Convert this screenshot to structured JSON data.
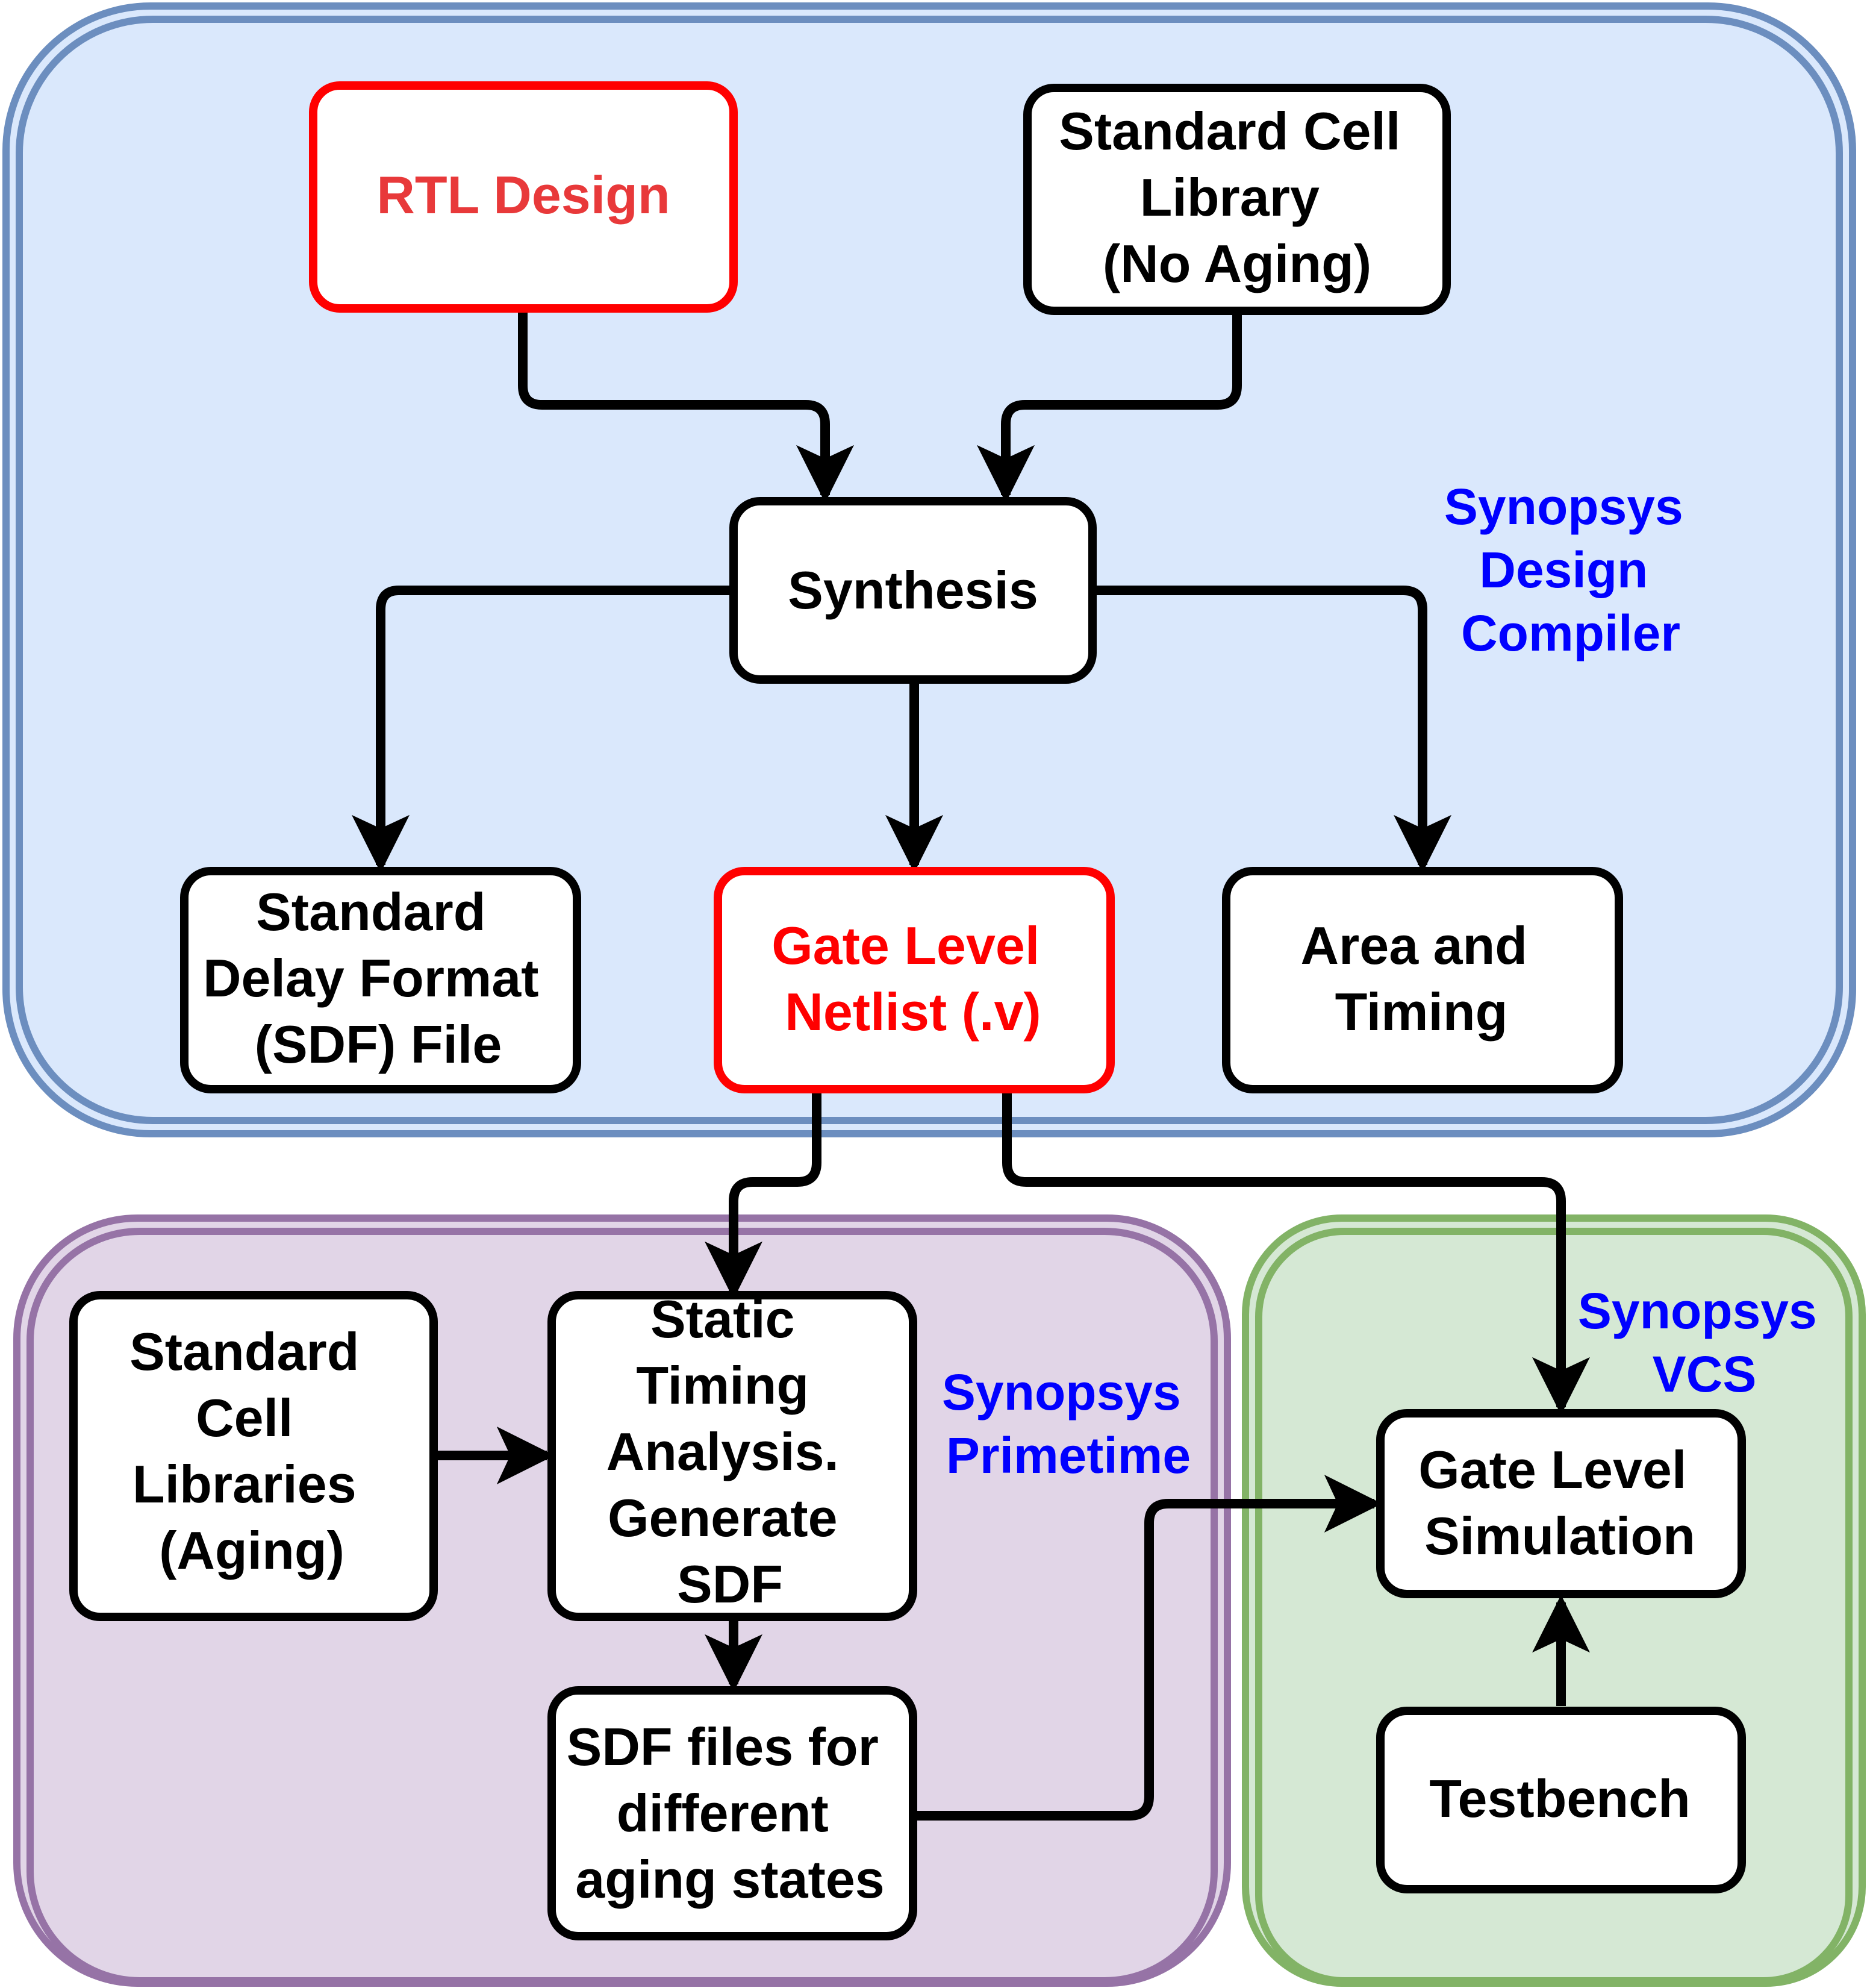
{
  "colors": {
    "background": "#ffffff",
    "dc_fill": "#dae8fc",
    "dc_border": "#6c8ebf",
    "pt_fill": "#e1d5e7",
    "pt_border": "#9673a6",
    "vcs_fill": "#d5e8d4",
    "vcs_border": "#82b366",
    "highlight": "#ff0000",
    "highlight_text": "#e8393a",
    "tool_label": "#0000ff",
    "node_border": "#000000",
    "node_fill": "#ffffff",
    "arrow": "#000000"
  },
  "groups": {
    "design_compiler": {
      "label": [
        "Synopsys",
        "Design",
        "Compiler"
      ]
    },
    "primetime": {
      "label": [
        "Synopsys",
        "Primetime"
      ]
    },
    "vcs": {
      "label": [
        "Synopsys",
        "VCS"
      ]
    }
  },
  "nodes": {
    "rtl_design": {
      "lines": [
        "RTL Design"
      ],
      "highlight": true
    },
    "std_cell_library": {
      "lines": [
        "Standard Cell",
        "Library",
        "(No Aging)"
      ]
    },
    "synthesis": {
      "lines": [
        "Synthesis"
      ]
    },
    "sdf_file": {
      "lines": [
        "Standard",
        "Delay Format",
        "(SDF) File"
      ]
    },
    "gate_level_netlist": {
      "lines": [
        "Gate Level",
        "Netlist (.v)"
      ],
      "highlight": true
    },
    "area_timing": {
      "lines": [
        "Area and",
        "Timing"
      ]
    },
    "std_cell_libraries_aging": {
      "lines": [
        "Standard",
        "Cell",
        "Libraries",
        "(Aging)"
      ]
    },
    "sta": {
      "lines": [
        "Static",
        "Timing",
        "Analysis.",
        "Generate",
        "SDF"
      ]
    },
    "sdf_aging_states": {
      "lines": [
        "SDF files for",
        "different",
        "aging states"
      ]
    },
    "gate_level_sim": {
      "lines": [
        "Gate Level",
        "Simulation"
      ]
    },
    "testbench": {
      "lines": [
        "Testbench"
      ]
    }
  },
  "edges": [
    {
      "from": "rtl_design",
      "to": "synthesis"
    },
    {
      "from": "std_cell_library",
      "to": "synthesis"
    },
    {
      "from": "synthesis",
      "to": "sdf_file"
    },
    {
      "from": "synthesis",
      "to": "gate_level_netlist"
    },
    {
      "from": "synthesis",
      "to": "area_timing"
    },
    {
      "from": "gate_level_netlist",
      "to": "sta"
    },
    {
      "from": "gate_level_netlist",
      "to": "gate_level_sim"
    },
    {
      "from": "std_cell_libraries_aging",
      "to": "sta"
    },
    {
      "from": "sta",
      "to": "sdf_aging_states"
    },
    {
      "from": "sdf_aging_states",
      "to": "gate_level_sim"
    },
    {
      "from": "testbench",
      "to": "gate_level_sim"
    }
  ]
}
